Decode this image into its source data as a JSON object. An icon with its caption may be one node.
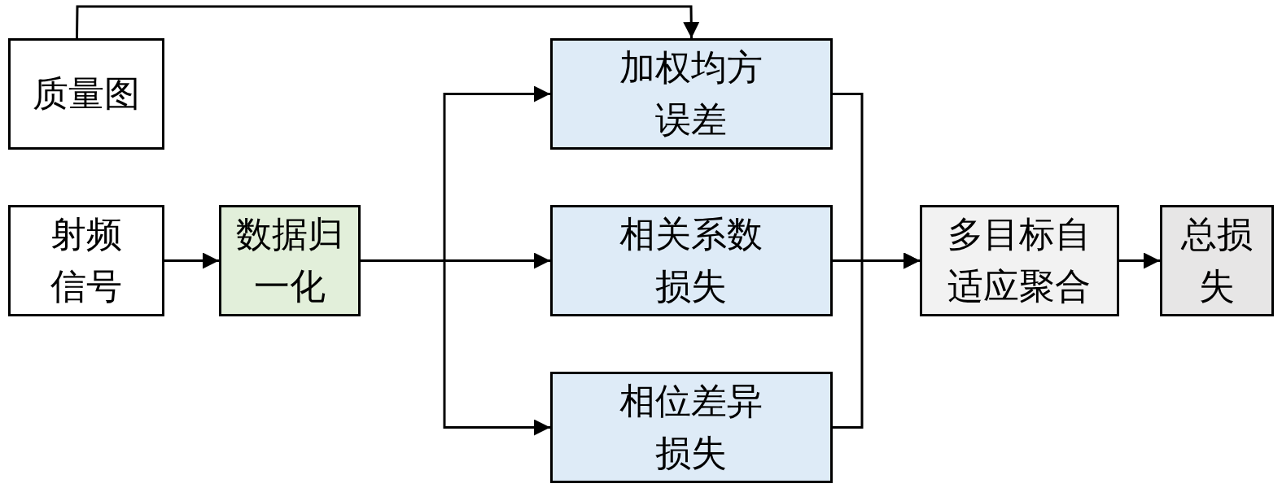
{
  "diagram": {
    "nodes": [
      {
        "text": [
          "质量图"
        ]
      },
      {
        "text": [
          "射频信号"
        ]
      },
      {
        "text": [
          "数据归一化"
        ]
      },
      {
        "text": [
          "加权均方误差"
        ]
      },
      {
        "text": [
          "相关系数损失"
        ]
      },
      {
        "text": [
          "相位差异损失"
        ]
      },
      {
        "text": [
          "多目标自适应聚合"
        ]
      },
      {
        "text": [
          "总损失"
        ]
      }
    ],
    "edges": [
      {
        "from": 0,
        "to": 3,
        "arrow": "to"
      },
      {
        "from": 1,
        "to": 2,
        "arrow": "to"
      },
      {
        "from": 2,
        "to": 3,
        "arrow": "to"
      },
      {
        "from": 2,
        "to": 4,
        "arrow": "to"
      },
      {
        "from": 2,
        "to": 5,
        "arrow": "to"
      },
      {
        "from": 3,
        "to": 6,
        "arrow": "to"
      },
      {
        "from": 4,
        "to": 6,
        "arrow": "to"
      },
      {
        "from": 5,
        "to": 6,
        "arrow": "to"
      },
      {
        "from": 6,
        "to": 7,
        "arrow": "to"
      }
    ]
  }
}
